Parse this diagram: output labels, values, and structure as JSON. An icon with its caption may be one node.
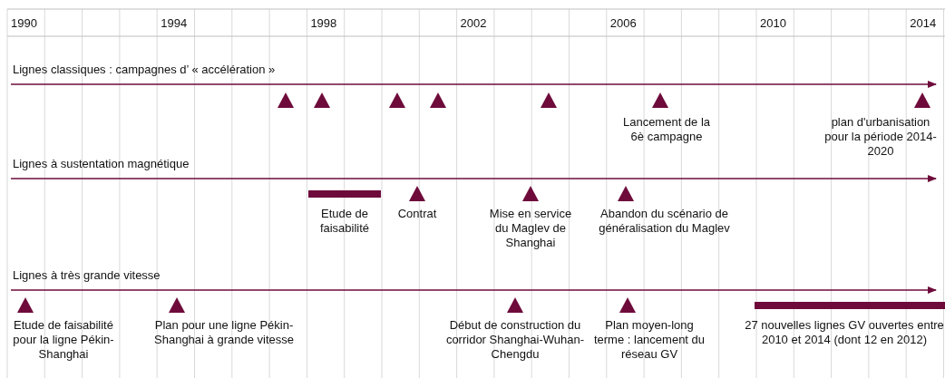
{
  "diagram": {
    "nodes": [
      {
        "text": [],
        "shape": "triangle"
      },
      {
        "text": [],
        "shape": "triangle"
      },
      {
        "text": [],
        "shape": "triangle"
      },
      {
        "text": [],
        "shape": "triangle"
      },
      {
        "text": [],
        "shape": "triangle"
      },
      {
        "text": [],
        "shape": "triangle",
        "beside": [
          "Lancement de la 6è campagne"
        ]
      },
      {
        "text": [],
        "shape": "triangle",
        "beside": [
          "plan d'urbanisation pour la période 2014-2020"
        ]
      },
      {
        "text": [],
        "shape": "bar",
        "beside": [
          "Etude de faisabilité"
        ]
      },
      {
        "text": [],
        "shape": "triangle",
        "beside": [
          "Contrat"
        ]
      },
      {
        "text": [],
        "shape": "triangle",
        "beside": [
          "Mise en service du Maglev de Shanghai"
        ]
      },
      {
        "text": [],
        "shape": "triangle",
        "beside": [
          "Abandon du scénario de généralisation du Maglev"
        ]
      },
      {
        "text": [],
        "shape": "triangle",
        "beside": [
          "Etude de faisabilité pour la ligne Pékin-Shanghai"
        ]
      },
      {
        "text": [],
        "shape": "triangle",
        "beside": [
          "Plan pour une ligne Pékin-Shanghai à grande vitesse"
        ]
      },
      {
        "text": [],
        "shape": "triangle",
        "beside": [
          "Début de construction du corridor Shanghai-Wuhan-Chengdu"
        ]
      },
      {
        "text": [],
        "shape": "triangle",
        "beside": [
          "Plan moyen-long terme : lancement du réseau GV"
        ]
      },
      {
        "text": [],
        "shape": "bar",
        "beside": [
          "27 nouvelles lignes GV ouvertes entre 2010 et 2014 (dont 12 en 2012)"
        ]
      }
    ],
    "edges": [],
    "labels": [
      "1990",
      "1994",
      "1998",
      "2002",
      "2006",
      "2010",
      "2014",
      "Lignes classiques : campagnes d’ « accélération »",
      "Lignes à sustentation magnétique",
      "Lignes à très grande vitesse"
    ]
  }
}
